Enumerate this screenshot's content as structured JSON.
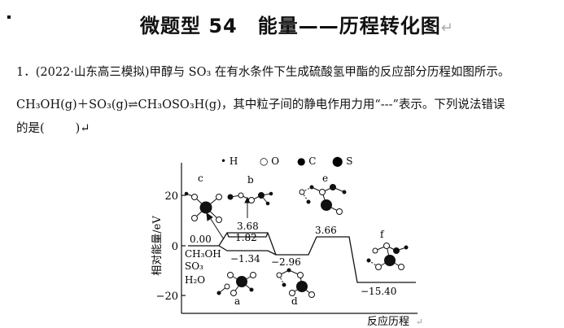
{
  "header": {
    "title": "微题型 54　能量——历程转化图",
    "return_mark": "↵"
  },
  "question": {
    "line1": "1．(2022·山东高三模拟)甲醇与 SO₃ 在有水条件下生成硫酸氢甲酯的反应部分历程如图所示。",
    "line2": "CH₃OH(g)＋SO₃(g)⇌CH₃OSO₃H(g)，其中粒子间的静电作用力用“---”表示。下列说法错误",
    "line3_prefix": "的是(",
    "line3_suffix": ")↵"
  },
  "chart_data": {
    "type": "line",
    "ylabel": "相对能量/eV",
    "xlabel": "反应历程",
    "xlabel_mark": "↵",
    "y_ticks": [
      "20",
      "0",
      "−20"
    ],
    "ylim": [
      -25,
      33
    ],
    "legend": [
      "• H",
      "○ O",
      "● C",
      "⬤ S"
    ],
    "reactant_labels": [
      "CH₃OH",
      "SO₃",
      "H₂O"
    ],
    "energy_levels": [
      {
        "value": 0.0,
        "label": "0.00"
      },
      {
        "value": 3.68,
        "label": "3.68"
      },
      {
        "value": 1.82,
        "label": "1.82"
      },
      {
        "value": -1.34,
        "label": "−1.34"
      },
      {
        "value": -2.96,
        "label": "−2.96"
      },
      {
        "value": 3.66,
        "label": "3.66"
      },
      {
        "value": -15.4,
        "label": "−15.40"
      }
    ],
    "species_labels": [
      "a",
      "b",
      "c",
      "d",
      "e",
      "f"
    ]
  }
}
